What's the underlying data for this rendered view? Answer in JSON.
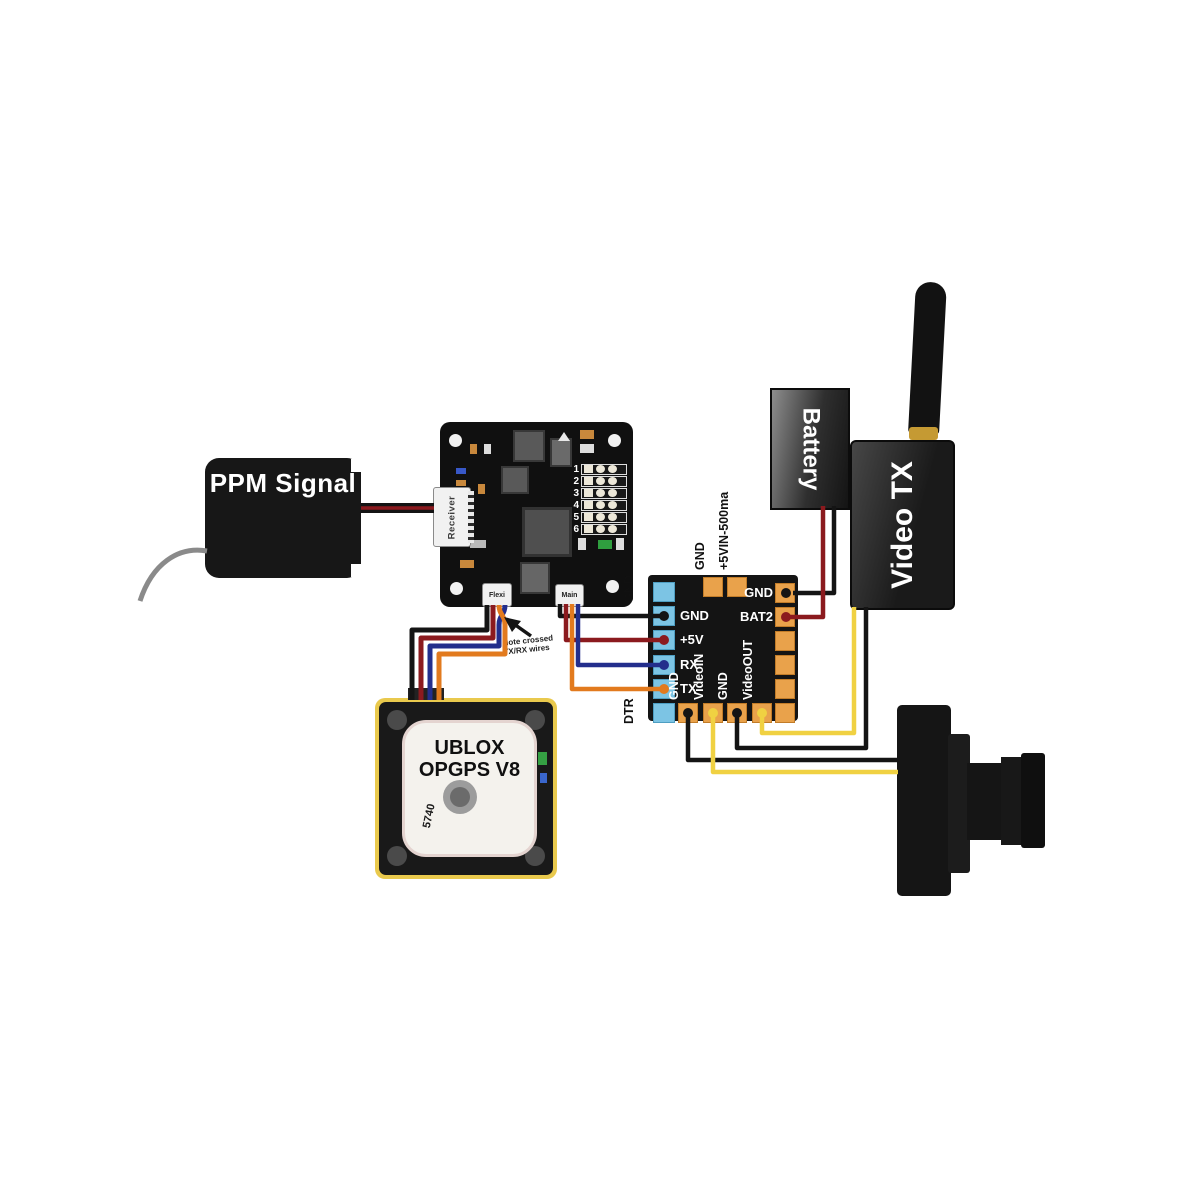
{
  "diagram": {
    "ppm": {
      "label": "PPM Signal"
    },
    "flight_controller": {
      "receiver_label": "Receiver",
      "flexi_label": "Flexi",
      "main_label": "Main",
      "pin_numbers": [
        "1",
        "2",
        "3",
        "4",
        "5",
        "6"
      ]
    },
    "note": {
      "line1": "Note crossed",
      "line2": "TX/RX wires"
    },
    "gps": {
      "brand_line1": "UBLOX",
      "brand_line2": "OPGPS V8",
      "code": "5740"
    },
    "osd": {
      "outer_left_top": "GND",
      "outer_left_bottom": "DTR",
      "outer_top": [
        "GND",
        "+5VIN-500ma"
      ],
      "left_pins": [
        "GND",
        "+5V",
        "RX",
        "TX"
      ],
      "right_pins": [
        "GND",
        "BAT2"
      ],
      "bottom_pins": [
        "GND",
        "VideoIN",
        "GND",
        "VideoOUT"
      ]
    },
    "battery": {
      "label": "Battery"
    },
    "video_tx": {
      "label": "Video TX"
    }
  },
  "colors": {
    "wire_black": "#141414",
    "wire_red": "#8b1a1e",
    "wire_blue": "#232e8c",
    "wire_orange": "#e27a1e",
    "wire_yellow": "#f0d142",
    "wire_grey": "#8a8a8a",
    "pad_blue": "#7cc4e4",
    "pad_orange": "#e9a24b",
    "gps_yellow": "#e9c94d"
  }
}
